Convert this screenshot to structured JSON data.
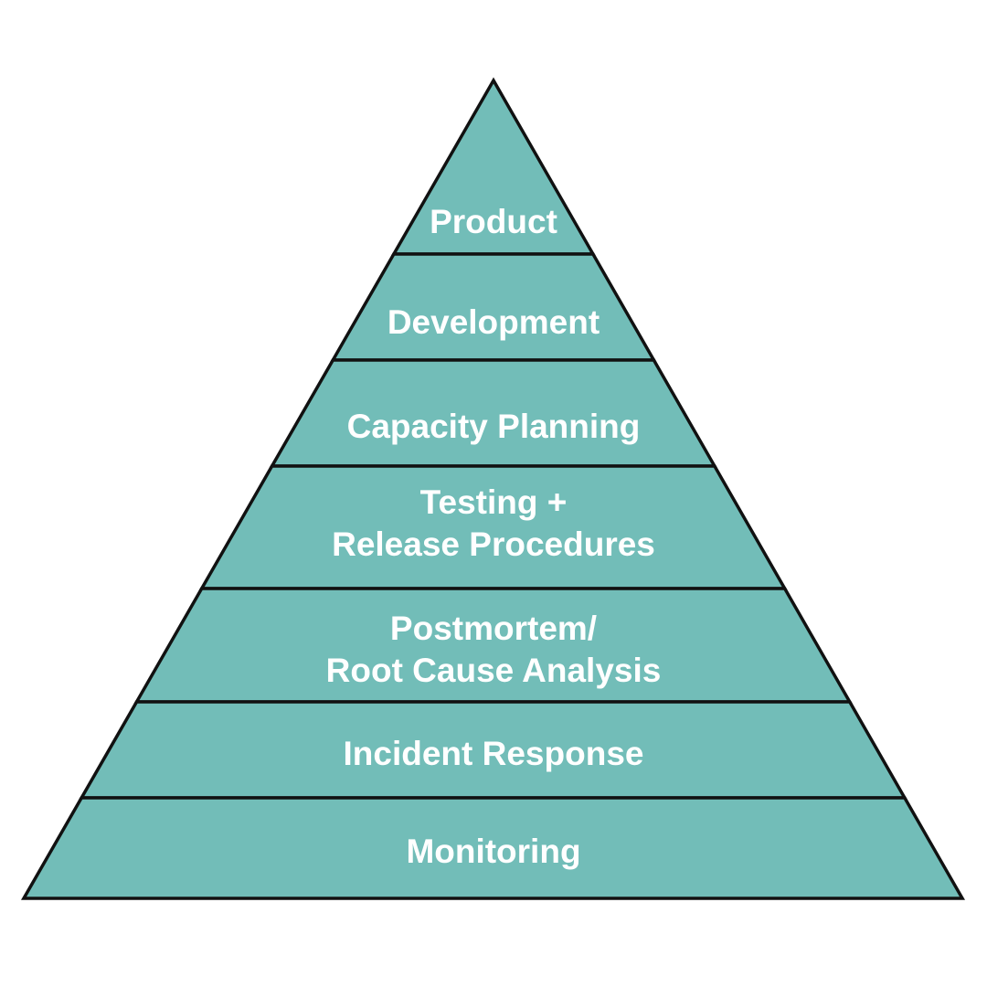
{
  "diagram": {
    "fill_color": "#72bdb8",
    "stroke_color": "#111111",
    "label_color": "#ffffff",
    "tiers": [
      {
        "id": "product",
        "lines": [
          "Product"
        ]
      },
      {
        "id": "development",
        "lines": [
          "Development"
        ]
      },
      {
        "id": "capacity-planning",
        "lines": [
          "Capacity Planning"
        ]
      },
      {
        "id": "testing-release",
        "lines": [
          "Testing +",
          "Release Procedures"
        ]
      },
      {
        "id": "postmortem-rca",
        "lines": [
          "Postmortem/",
          "Root Cause Analysis"
        ]
      },
      {
        "id": "incident-response",
        "lines": [
          "Incident Response"
        ]
      },
      {
        "id": "monitoring",
        "lines": [
          "Monitoring"
        ]
      }
    ]
  }
}
